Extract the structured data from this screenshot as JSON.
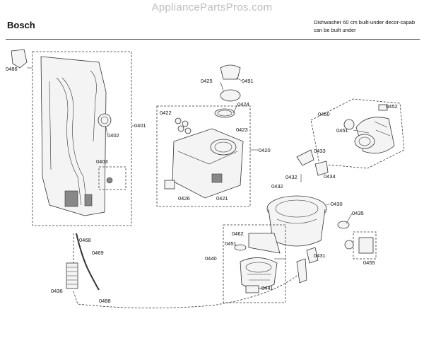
{
  "watermark": "AppliancePartsPros.com",
  "header": {
    "brand": "Bosch",
    "description_line1": "Dishwasher 60 cm built-under decor-capab",
    "description_line2": "can be built under"
  },
  "callouts": [
    "0486",
    "0401",
    "0402",
    "0403",
    "0468",
    "0469",
    "0436",
    "0488",
    "0425",
    "0491",
    "0424",
    "0422",
    "0423",
    "0420",
    "0426",
    "0421",
    "0450",
    "0452",
    "0451",
    "0433",
    "0432",
    "0434",
    "0430",
    "0435",
    "0455",
    "0462",
    "0440",
    "0441",
    "0431"
  ]
}
